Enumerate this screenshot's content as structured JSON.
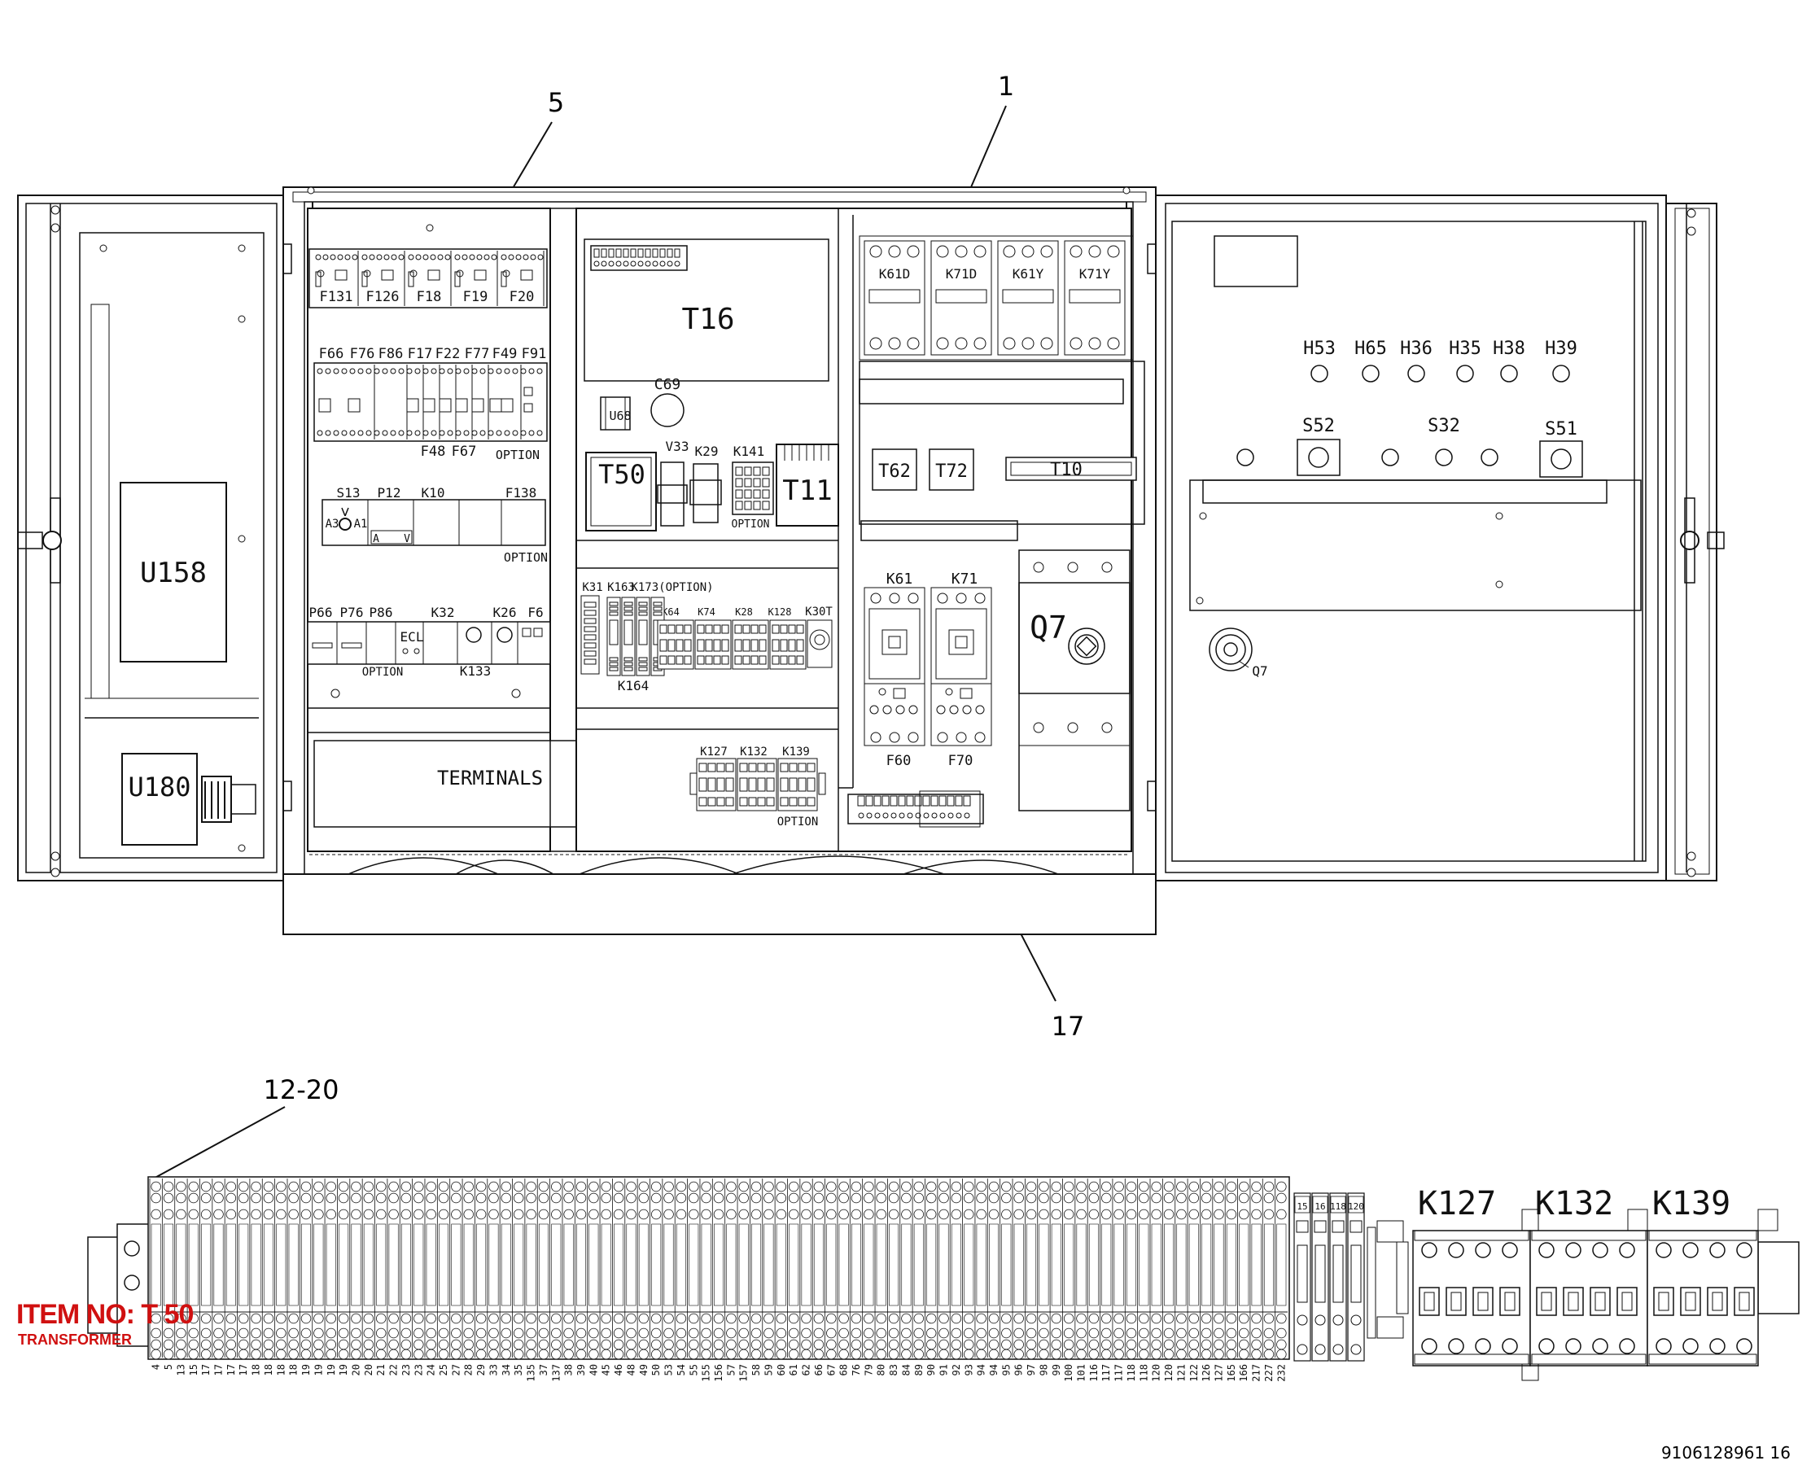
{
  "callouts": {
    "c1": "1",
    "c5": "5",
    "c17": "17",
    "c12_20": "12-20"
  },
  "doc_number": "9106128961 16",
  "item_label": {
    "line1": "ITEM NO: T 50",
    "line2": "TRANSFORMER"
  },
  "left_door": {
    "u158": "U158",
    "u180": "U180"
  },
  "panel5": {
    "fuse_row1": [
      "F131",
      "F126",
      "F18",
      "F19",
      "F20"
    ],
    "fuse_row2_top": [
      "F66",
      "F76",
      "F86",
      "F17",
      "F22",
      "F77",
      "F49",
      "F91"
    ],
    "fuse_row2_bottom": [
      "F48",
      "F67",
      "OPTION"
    ],
    "row3": {
      "s13": "S13",
      "p12": "P12",
      "k10": "K10",
      "f138": "F138",
      "option": "OPTION",
      "a3": "A3",
      "a1": "A1",
      "a": "A",
      "v": "V"
    },
    "row4": {
      "p66": "P66",
      "p76": "P76",
      "p86": "P86",
      "k32": "K32",
      "k26": "K26",
      "f6": "F6",
      "ecl": "ECL",
      "option": "OPTION",
      "k133": "K133"
    },
    "terminals": "TERMINALS"
  },
  "panel_center": {
    "t16": "T16",
    "u68": "U68",
    "c69": "C69",
    "t50": "T50",
    "v33": "V33",
    "k29": "K29",
    "k141": "K141",
    "t11": "T11",
    "option1": "OPTION",
    "relays_top": [
      "K31",
      "K163",
      "K173(OPTION)"
    ],
    "relays_row": [
      "K64",
      "K74",
      "K28",
      "K128",
      "K30T"
    ],
    "k164": "K164",
    "lower_relays": [
      "K127",
      "K132",
      "K139"
    ],
    "option2": "OPTION"
  },
  "panel_right": {
    "contactors": [
      "K61D",
      "K71D",
      "K61Y",
      "K71Y"
    ],
    "t62": "T62",
    "t72": "T72",
    "t10": "T10",
    "k61": "K61",
    "k71": "K71",
    "q7": "Q7",
    "f60": "F60",
    "f70": "F70"
  },
  "right_door": {
    "lamps": [
      "H53",
      "H65",
      "H36",
      "H35",
      "H38",
      "H39"
    ],
    "s52": "S52",
    "s32": "S32",
    "s51": "S51",
    "q7": "Q7"
  },
  "terminal_strip": {
    "numbers": [
      "4",
      "5",
      "13",
      "15",
      "17",
      "17",
      "17",
      "17",
      "18",
      "18",
      "18",
      "18",
      "19",
      "19",
      "19",
      "19",
      "20",
      "20",
      "21",
      "22",
      "23",
      "23",
      "24",
      "25",
      "27",
      "28",
      "29",
      "33",
      "34",
      "35",
      "135",
      "37",
      "137",
      "38",
      "39",
      "40",
      "45",
      "46",
      "48",
      "49",
      "50",
      "53",
      "54",
      "55",
      "155",
      "156",
      "57",
      "157",
      "58",
      "59",
      "60",
      "61",
      "62",
      "66",
      "67",
      "68",
      "76",
      "79",
      "80",
      "83",
      "84",
      "89",
      "90",
      "91",
      "92",
      "93",
      "94",
      "94",
      "95",
      "96",
      "97",
      "98",
      "99",
      "100",
      "101",
      "116",
      "117",
      "117",
      "118",
      "118",
      "120",
      "120",
      "121",
      "122",
      "126",
      "127",
      "165",
      "166",
      "217",
      "227",
      "232"
    ],
    "side_terminals": [
      "15",
      "16",
      "118",
      "120"
    ],
    "relays": [
      "K127",
      "K132",
      "K139"
    ]
  }
}
